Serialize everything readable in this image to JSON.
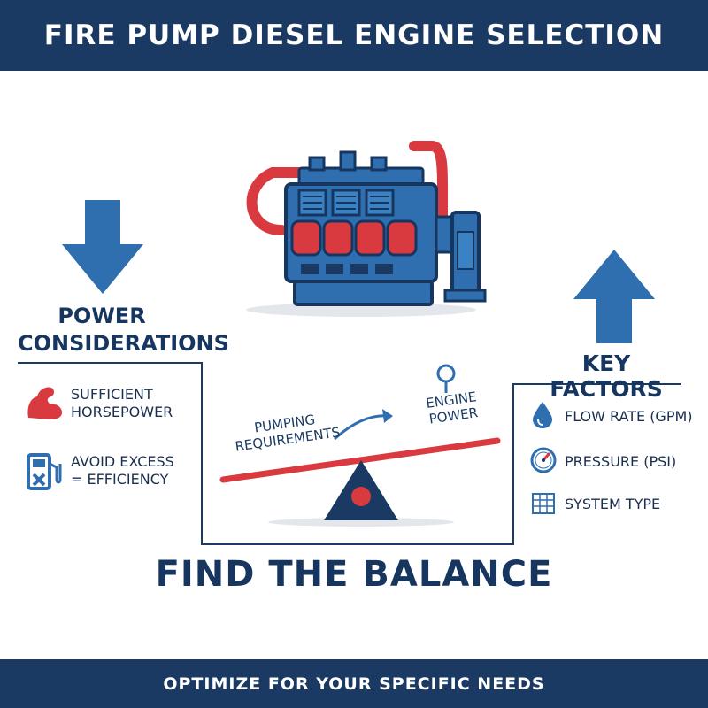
{
  "title": "FIRE PUMP DIESEL ENGINE SELECTION",
  "left": {
    "heading_line1": "POWER",
    "heading_line2": "CONSIDERATIONS",
    "items": [
      {
        "icon": "flexed-arm-icon",
        "line1": "SUFFICIENT",
        "line2": "HORSEPOWER"
      },
      {
        "icon": "fuel-pump-icon",
        "line1": "AVOID EXCESS",
        "line2": "= EFFICIENCY"
      }
    ]
  },
  "right": {
    "heading": "KEY FACTORS",
    "items": [
      {
        "icon": "water-drop-icon",
        "label": "FLOW RATE (GPM)"
      },
      {
        "icon": "pressure-gauge-icon",
        "label": "PRESSURE (PSI)"
      },
      {
        "icon": "grid-system-icon",
        "label": "SYSTEM TYPE"
      }
    ]
  },
  "balance": {
    "left_line1": "PUMPING",
    "left_line2": "REQUIREMENTS",
    "right_line1": "ENGINE",
    "right_line2": "POWER",
    "caption": "FIND THE BALANCE"
  },
  "footer": "OPTIMIZE FOR YOUR SPECIFIC NEEDS",
  "colors": {
    "navy": "#1a3a63",
    "blue": "#2f6fb0",
    "red": "#d93a3f"
  }
}
